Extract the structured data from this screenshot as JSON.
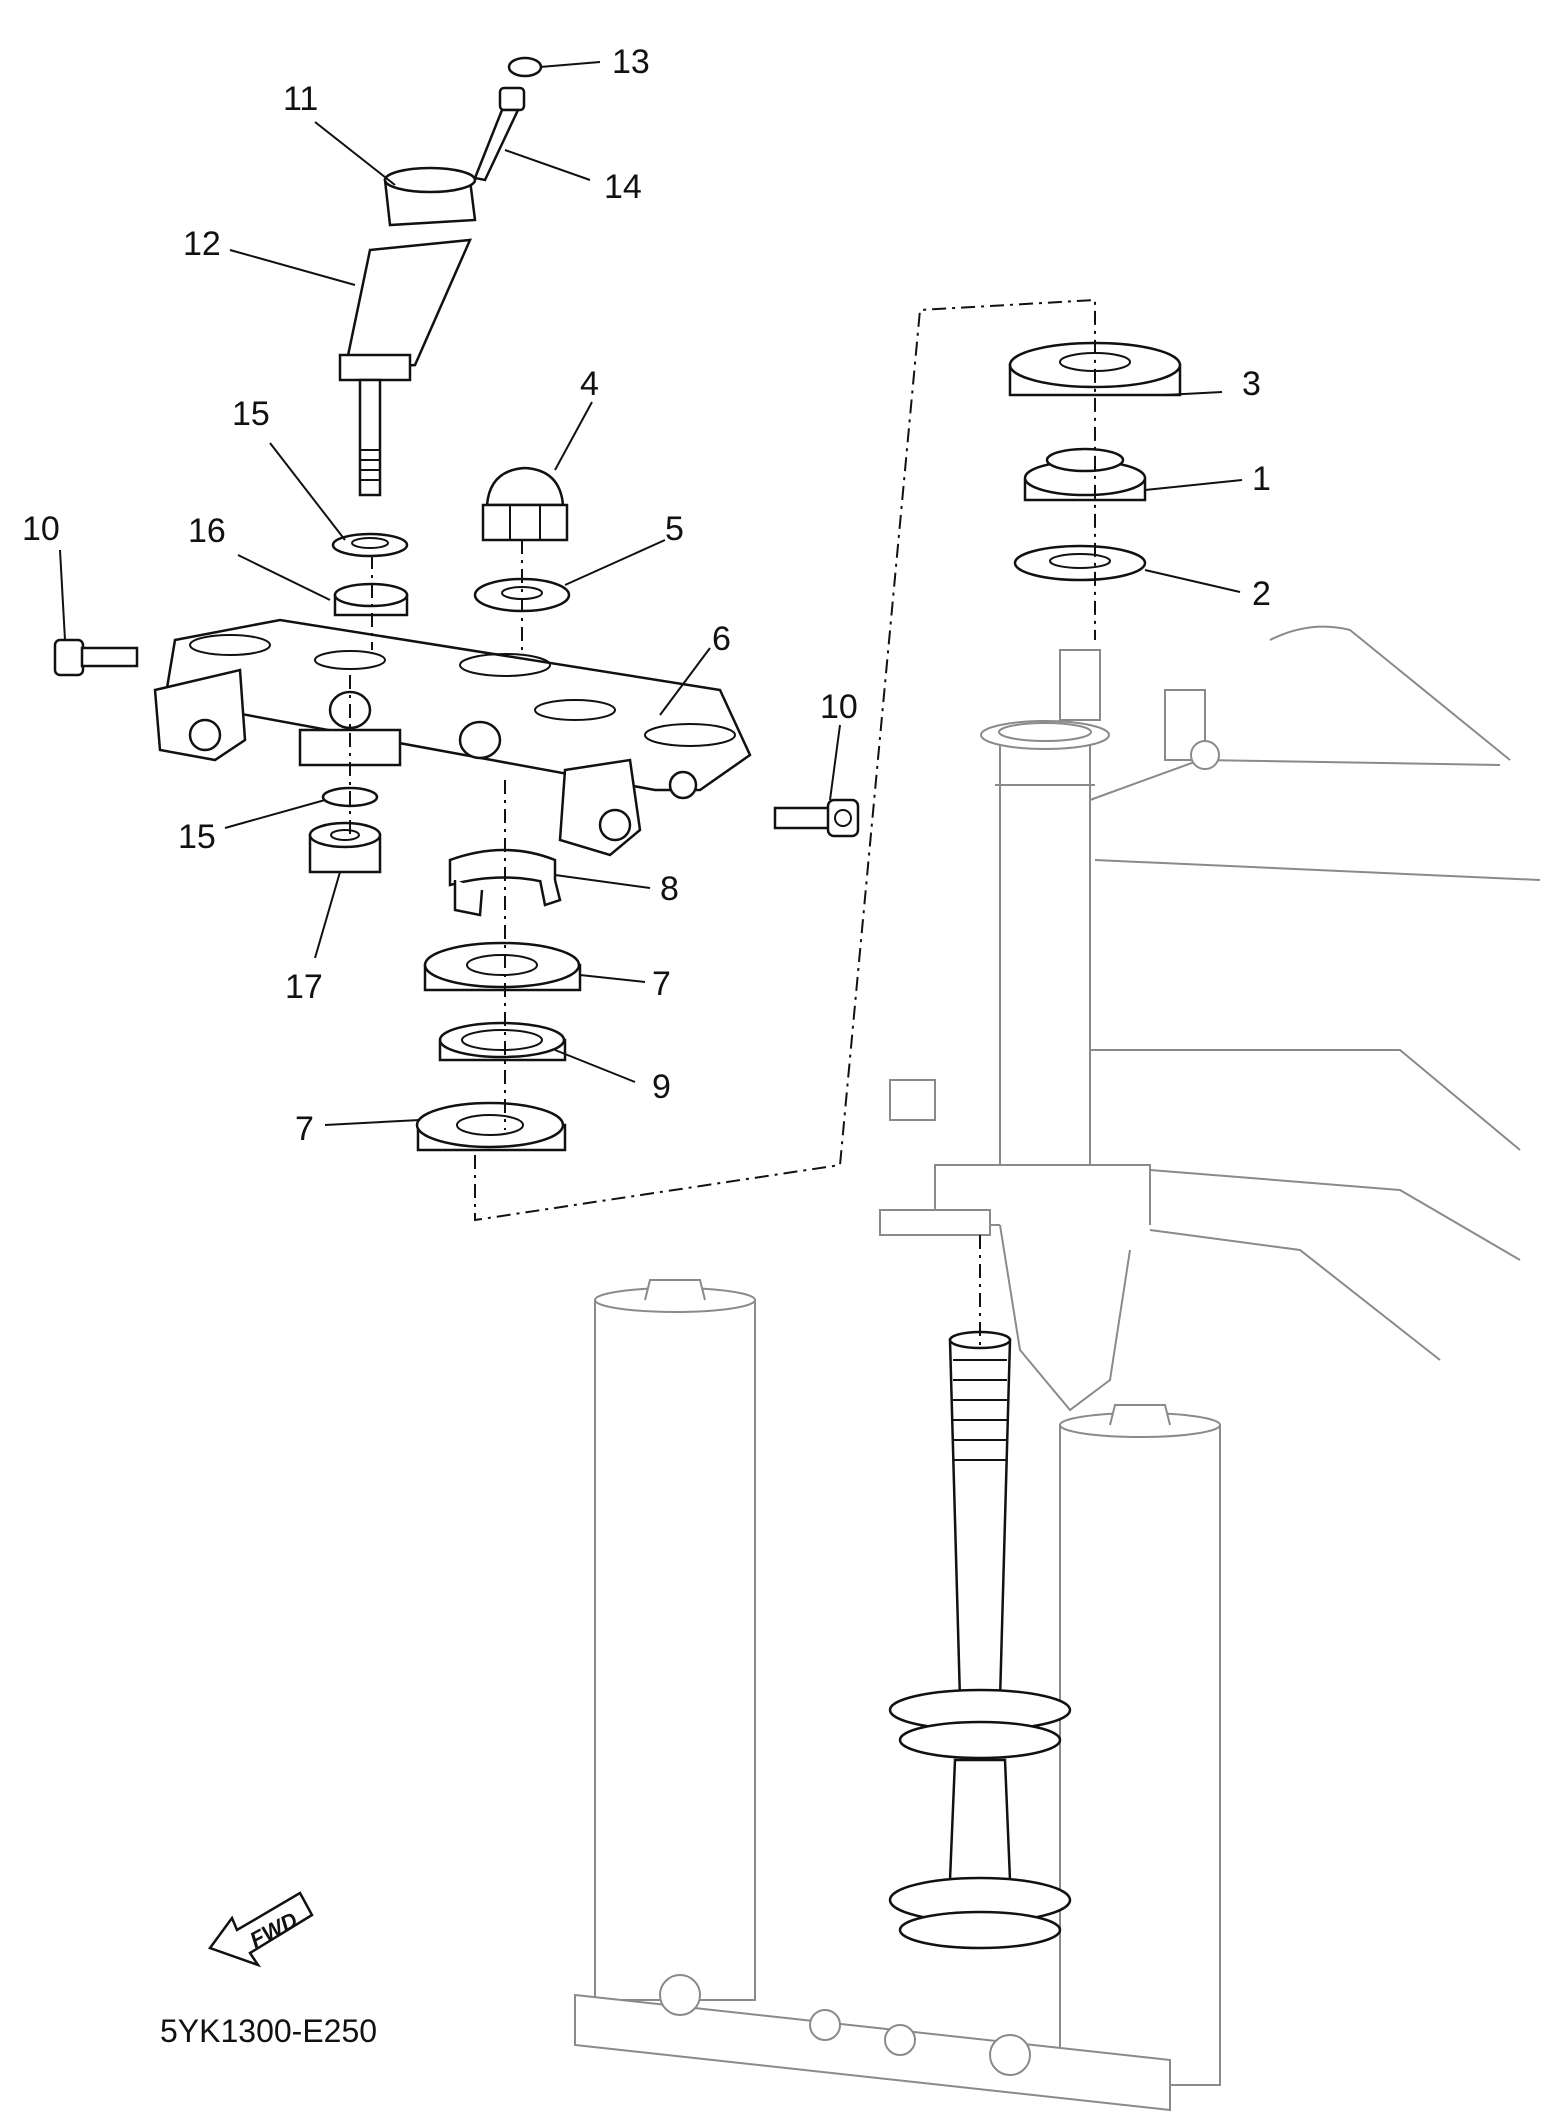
{
  "diagram": {
    "code": "5YK1300-E250",
    "direction_label": "FWD",
    "callouts": [
      {
        "id": "c1",
        "text": "1"
      },
      {
        "id": "c2",
        "text": "2"
      },
      {
        "id": "c3",
        "text": "3"
      },
      {
        "id": "c4",
        "text": "4"
      },
      {
        "id": "c5",
        "text": "5"
      },
      {
        "id": "c6",
        "text": "6"
      },
      {
        "id": "c7a",
        "text": "7"
      },
      {
        "id": "c7b",
        "text": "7"
      },
      {
        "id": "c8",
        "text": "8"
      },
      {
        "id": "c9",
        "text": "9"
      },
      {
        "id": "c10a",
        "text": "10"
      },
      {
        "id": "c10b",
        "text": "10"
      },
      {
        "id": "c11",
        "text": "11"
      },
      {
        "id": "c12",
        "text": "12"
      },
      {
        "id": "c13",
        "text": "13"
      },
      {
        "id": "c14",
        "text": "14"
      },
      {
        "id": "c15a",
        "text": "15"
      },
      {
        "id": "c15b",
        "text": "15"
      },
      {
        "id": "c16",
        "text": "16"
      },
      {
        "id": "c17",
        "text": "17"
      }
    ]
  }
}
